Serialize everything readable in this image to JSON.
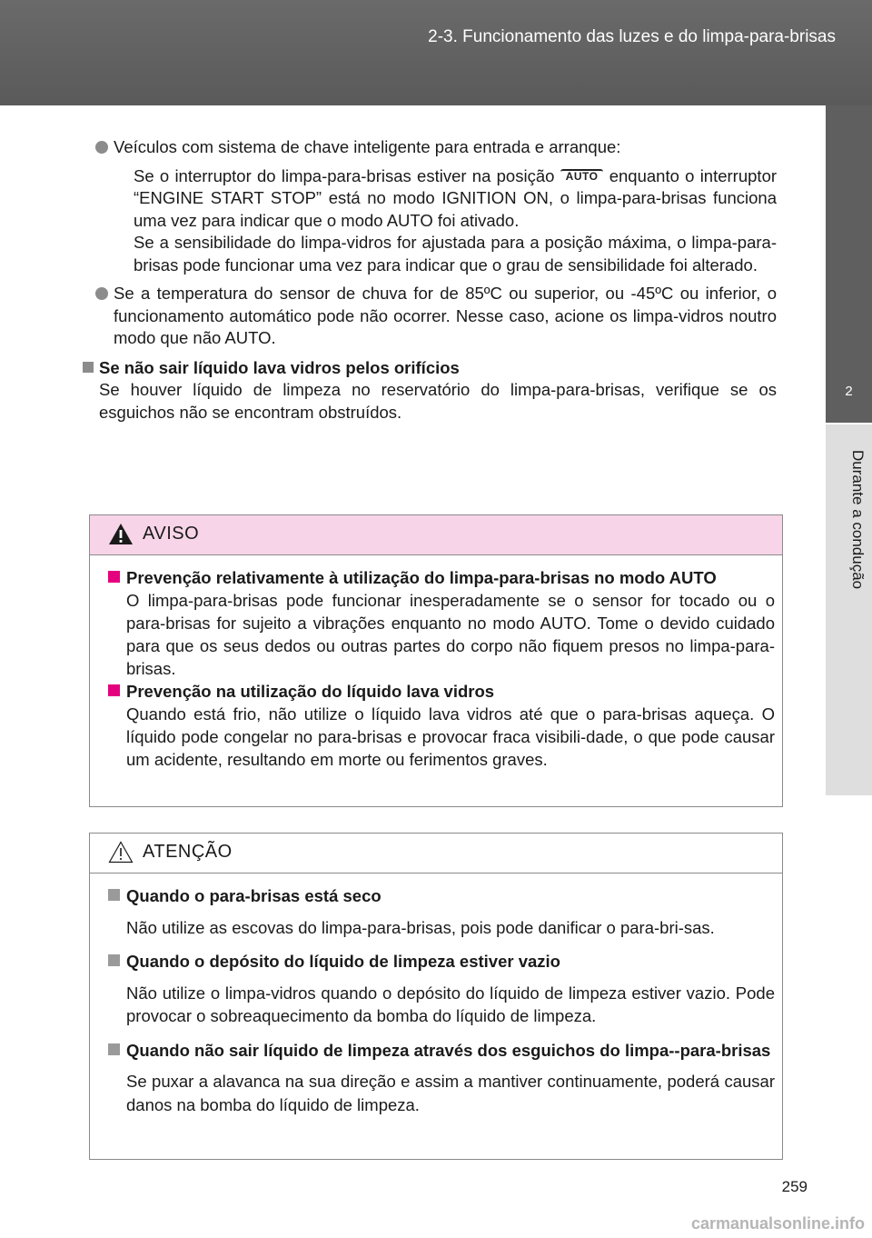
{
  "header": {
    "section_title": "2-3. Funcionamento das luzes e do limpa-para-brisas"
  },
  "side_tab": {
    "chapter_number": "2",
    "chapter_label": "Durante a condução"
  },
  "body": {
    "bullet1_title": "Veículos com sistema de chave inteligente para entrada e arranque:",
    "bullet1_text_a": "Se o interruptor do limpa-para-brisas estiver na posição",
    "auto_icon_text": "AUTO",
    "bullet1_text_b": "enquanto o interruptor “ENGINE START STOP” está no modo IGNITION ON, o limpa-para-brisas funciona uma vez para indicar que o modo AUTO foi ativado.",
    "bullet1_text_c": "Se a sensibilidade do limpa-vidros for ajustada para a posição máxima, o limpa-para-brisas pode funcionar uma vez para indicar que o grau de sensibilidade foi alterado.",
    "bullet2_text": "Se a temperatura do sensor de chuva for de 85ºC ou superior, ou -45ºC ou inferior, o funcionamento automático pode não ocorrer. Nesse caso, acione os limpa-vidros noutro modo que não AUTO.",
    "section_heading": "Se não sair líquido lava vidros pelos orifícios",
    "section_text": "Se houver líquido de limpeza no reservatório do limpa-para-brisas, verifique se os esguichos não se encontram obstruídos."
  },
  "aviso": {
    "title": "AVISO",
    "items": [
      {
        "heading": "Prevenção relativamente à utilização do limpa-para-brisas no modo AUTO",
        "text": "O limpa-para-brisas pode funcionar inesperadamente se o sensor for tocado ou o para-brisas for sujeito a vibrações enquanto no modo AUTO. Tome o devido cuidado para que os seus dedos ou outras partes do corpo não fiquem presos no limpa-para-brisas."
      },
      {
        "heading": "Prevenção na utilização do líquido lava vidros",
        "text": "Quando está frio, não utilize o líquido lava vidros até que o para-brisas aqueça. O líquido pode congelar no para-brisas e provocar fraca visibili-dade, o que pode causar um acidente, resultando em morte ou ferimentos graves."
      }
    ]
  },
  "atencao": {
    "title": "ATENÇÃO",
    "items": [
      {
        "heading": "Quando o para-brisas está seco",
        "text": "Não utilize as escovas do limpa-para-brisas, pois pode danificar o para-bri-sas."
      },
      {
        "heading": "Quando o depósito do líquido de limpeza estiver vazio",
        "text": "Não utilize o limpa-vidros quando o depósito do líquido de limpeza estiver vazio. Pode provocar o sobreaquecimento da bomba do líquido de limpeza."
      },
      {
        "heading": "Quando não sair líquido de limpeza através dos esguichos do limpa--para-brisas",
        "text": "Se puxar a alavanca na sua direção e assim a mantiver continuamente, poderá causar danos na bomba do líquido de limpeza."
      }
    ]
  },
  "footer": {
    "page_number": "259",
    "watermark": "carmanualsonline.info"
  },
  "colors": {
    "header_bg": "#5f5f5f",
    "aviso_accent": "#e4007f",
    "aviso_header_bg": "#f8d4e8"
  }
}
